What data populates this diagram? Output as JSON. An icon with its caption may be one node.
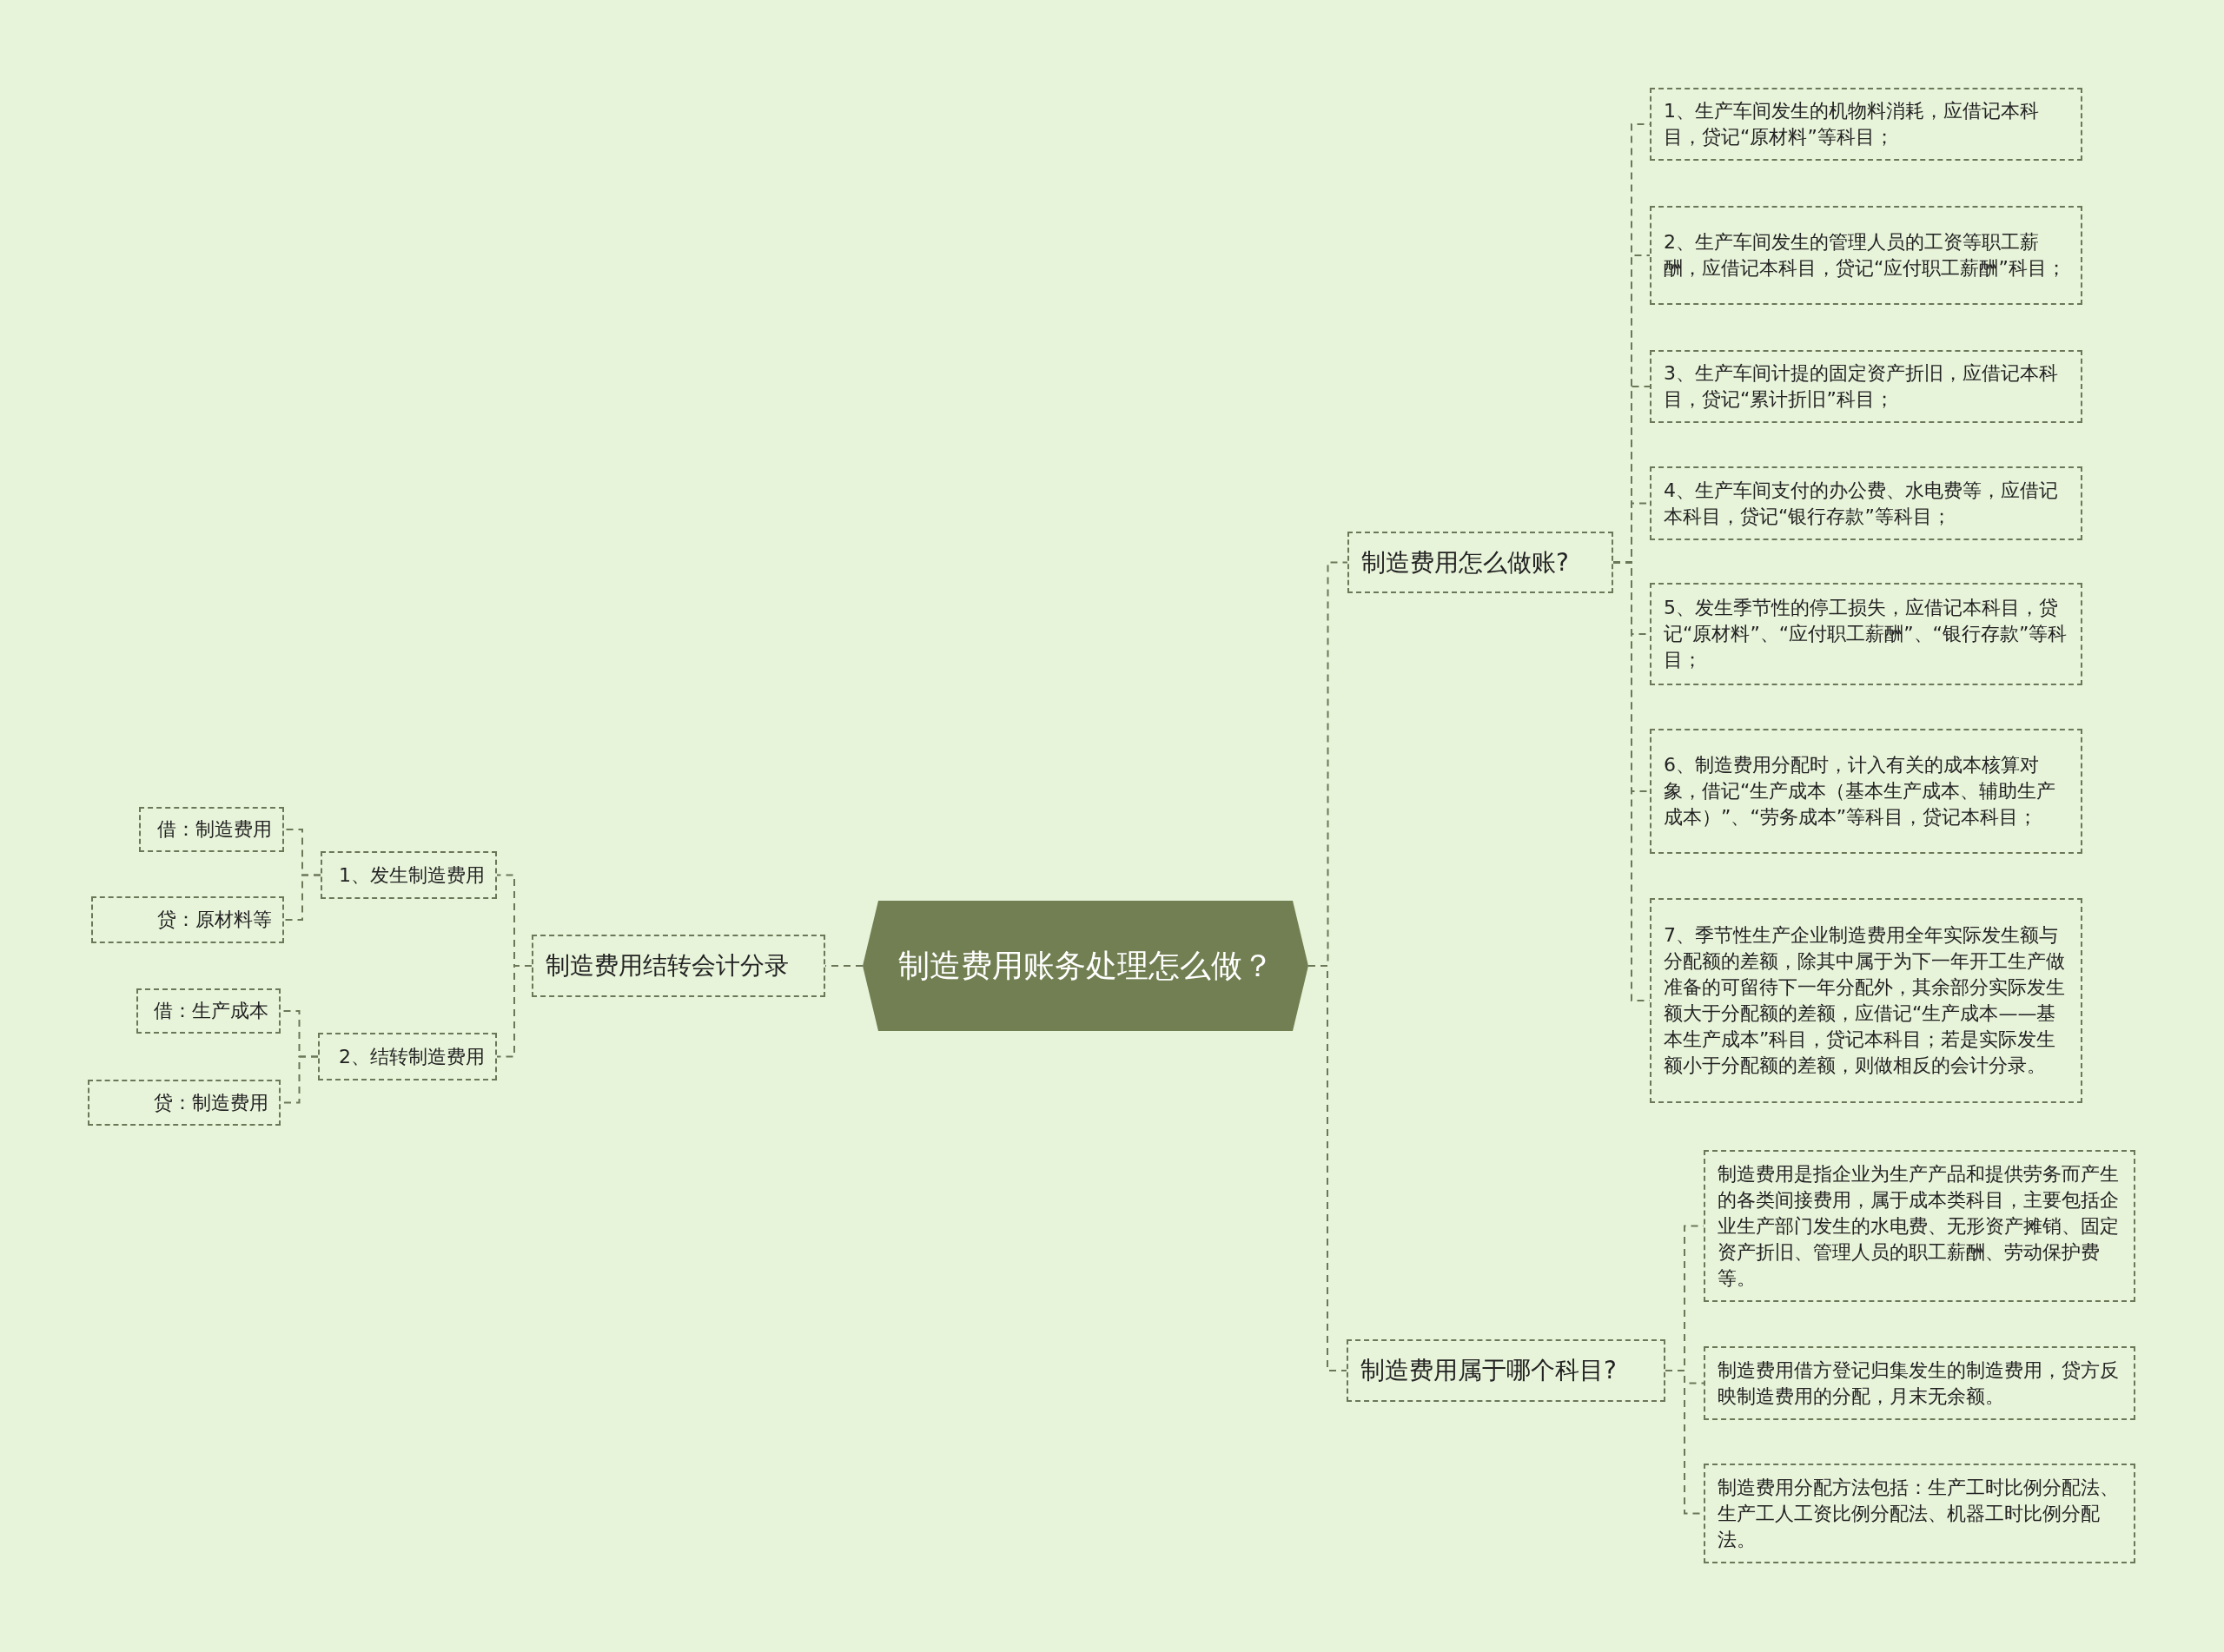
{
  "diagram": {
    "nodes": [
      {
        "text": [
          "制造费用账务处理怎么做？"
        ]
      },
      {
        "text": [
          "制造费用怎么做账?"
        ]
      },
      {
        "text": [
          "1、生产车间发生的机物料消耗，应借记本科目，贷记“原材料”等科目；"
        ]
      },
      {
        "text": [
          "2、生产车间发生的管理人员的工资等职工薪酬，应借记本科目，贷记“应付职工薪酬”科目；"
        ]
      },
      {
        "text": [
          "3、生产车间计提的固定资产折旧，应借记本科目，贷记“累计折旧”科目；"
        ]
      },
      {
        "text": [
          "4、生产车间支付的办公费、水电费等，应借记本科目，贷记“银行存款”等科目；"
        ]
      },
      {
        "text": [
          "5、发生季节性的停工损失，应借记本科目，贷记“原材料”、“应付职工薪酬”、“银行存款”等科目；"
        ]
      },
      {
        "text": [
          "6、制造费用分配时，计入有关的成本核算对象，借记“生产成本（基本生产成本、辅助生产成本）”、“劳务成本”等科目，贷记本科目；"
        ]
      },
      {
        "text": [
          "7、季节性生产企业制造费用全年实际发生额与分配额的差额，除其中属于为下一年开工生产做准备的可留待下一年分配外，其余部分实际发生额大于分配额的差额，应借记“生产成本——基本生产成本”科目，贷记本科目；若是实际发生额小于分配额的差额，则做相反的会计分录。"
        ]
      },
      {
        "text": [
          "制造费用属于哪个科目?"
        ]
      },
      {
        "text": [
          "制造费用是指企业为生产产品和提供劳务而产生的各类间接费用，属于成本类科目，主要包括企业生产部门发生的水电费、无形资产摊销、固定资产折旧、管理人员的职工薪酬、劳动保护费等。"
        ]
      },
      {
        "text": [
          "制造费用借方登记归集发生的制造费用，贷方反映制造费用的分配，月末无余额。"
        ]
      },
      {
        "text": [
          "制造费用分配方法包括：生产工时比例分配法、生产工人工资比例分配法、机器工时比例分配法。"
        ]
      },
      {
        "text": [
          "制造费用结转会计分录"
        ]
      },
      {
        "text": [
          "1、发生制造费用"
        ]
      },
      {
        "text": [
          "借：制造费用"
        ]
      },
      {
        "text": [
          "贷：原材料等"
        ]
      },
      {
        "text": [
          "2、结转制造费用"
        ]
      },
      {
        "text": [
          "借：生产成本"
        ]
      },
      {
        "text": [
          "贷：制造费用"
        ]
      }
    ],
    "edges": [
      {
        "from": 0,
        "to": 1,
        "arrow": "none"
      },
      {
        "from": 0,
        "to": 9,
        "arrow": "none"
      },
      {
        "from": 1,
        "to": 2,
        "arrow": "none"
      },
      {
        "from": 1,
        "to": 3,
        "arrow": "none"
      },
      {
        "from": 1,
        "to": 4,
        "arrow": "none"
      },
      {
        "from": 1,
        "to": 5,
        "arrow": "none"
      },
      {
        "from": 1,
        "to": 6,
        "arrow": "none"
      },
      {
        "from": 1,
        "to": 7,
        "arrow": "none"
      },
      {
        "from": 1,
        "to": 8,
        "arrow": "none"
      },
      {
        "from": 9,
        "to": 10,
        "arrow": "none"
      },
      {
        "from": 9,
        "to": 11,
        "arrow": "none"
      },
      {
        "from": 9,
        "to": 12,
        "arrow": "none"
      },
      {
        "from": 0,
        "to": 13,
        "arrow": "none"
      },
      {
        "from": 13,
        "to": 14,
        "arrow": "none"
      },
      {
        "from": 13,
        "to": 17,
        "arrow": "none"
      },
      {
        "from": 14,
        "to": 15,
        "arrow": "none"
      },
      {
        "from": 14,
        "to": 16,
        "arrow": "none"
      },
      {
        "from": 17,
        "to": 18,
        "arrow": "none"
      },
      {
        "from": 17,
        "to": 19,
        "arrow": "none"
      }
    ]
  }
}
